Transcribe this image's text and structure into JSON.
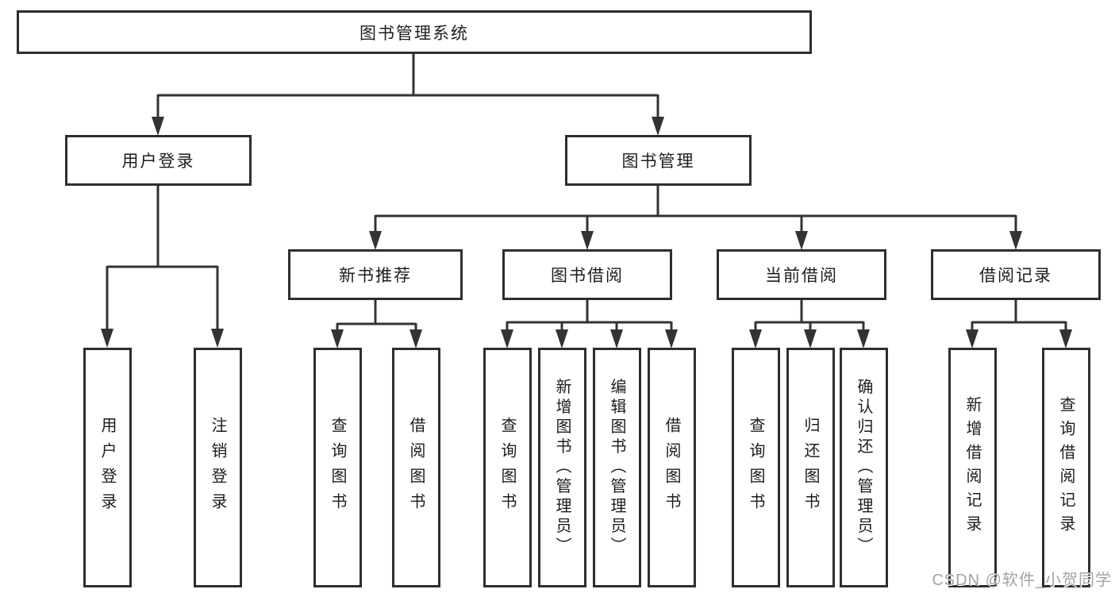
{
  "diagram": {
    "title": "图书管理系统",
    "level1": [
      {
        "label": "用户登录"
      },
      {
        "label": "图书管理"
      }
    ],
    "level2": [
      {
        "label": "新书推荐"
      },
      {
        "label": "图书借阅"
      },
      {
        "label": "当前借阅"
      },
      {
        "label": "借阅记录"
      }
    ],
    "leaves": {
      "user_login": "用户登录",
      "logout": "注销登录",
      "newbook_query": "查询图书",
      "newbook_borrow": "借阅图书",
      "borrow_query": "查询图书",
      "borrow_add": "新增图书（管理员）",
      "borrow_edit": "编辑图书（管理员）",
      "borrow_borrow": "借阅图书",
      "current_query": "查询图书",
      "current_return": "归还图书",
      "current_confirm": "确认归还（管理员）",
      "records_add": "新增借阅记录",
      "records_query": "查询借阅记录"
    }
  },
  "watermark": "CSDN @软件_小贺同学",
  "colors": {
    "line": "#333333",
    "box_border": "#2e2e2e",
    "text": "#1d1d1d",
    "watermark": "#a3a3a3",
    "background": "#ffffff"
  }
}
